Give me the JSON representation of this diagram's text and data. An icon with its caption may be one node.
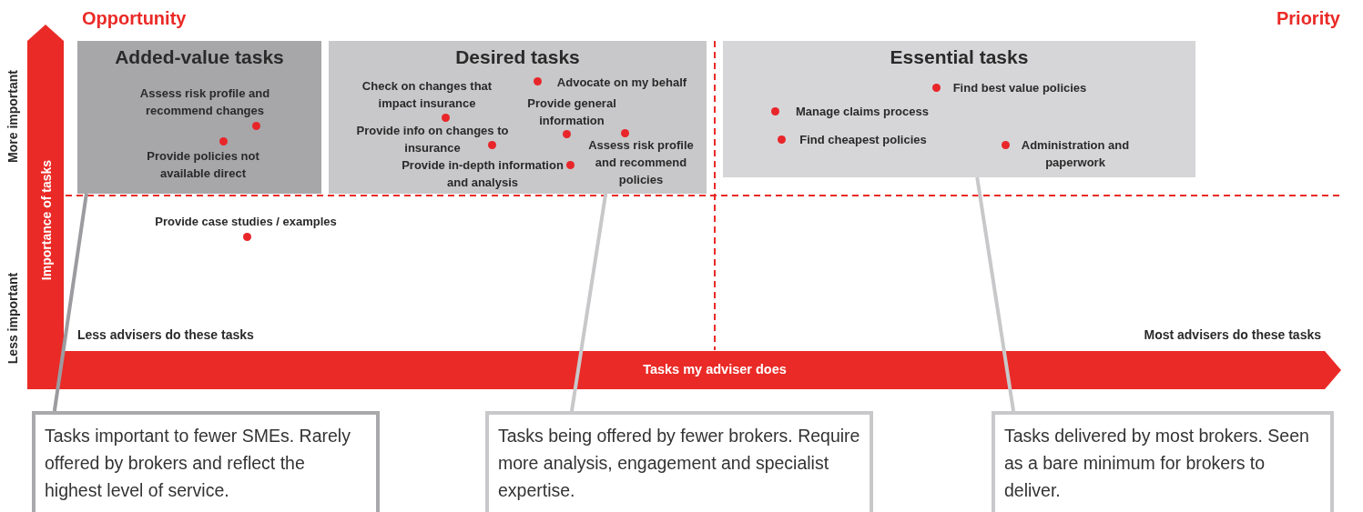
{
  "diagram": {
    "nodes": [
      {
        "text": [
          "Added-value tasks"
        ]
      },
      {
        "text": [
          "Assess risk profile and recommend changes"
        ],
        "in": 0
      },
      {
        "text": [
          "Provide policies not available direct"
        ],
        "in": 0
      },
      {
        "text": [
          "Desired tasks"
        ]
      },
      {
        "text": [
          "Check on changes that impact insurance"
        ],
        "in": 3
      },
      {
        "text": [
          "Advocate on my behalf"
        ],
        "in": 3
      },
      {
        "text": [
          "Provide general information"
        ],
        "in": 3
      },
      {
        "text": [
          "Provide info on changes to insurance"
        ],
        "in": 3
      },
      {
        "text": [
          "Provide in-depth information and analysis"
        ],
        "in": 3
      },
      {
        "text": [
          "Assess risk profile and recommend policies"
        ],
        "in": 3
      },
      {
        "text": [
          "Essential tasks"
        ]
      },
      {
        "text": [
          "Find best value policies"
        ],
        "in": 10
      },
      {
        "text": [
          "Manage claims process"
        ],
        "in": 10
      },
      {
        "text": [
          "Find cheapest policies"
        ],
        "in": 10
      },
      {
        "text": [
          "Administration and paperwork"
        ],
        "in": 10
      },
      {
        "text": [
          "Provide case studies / examples"
        ]
      },
      {
        "text": [
          "Tasks important to fewer SMEs. Rarely offered by brokers and reflect the highest level of service."
        ]
      },
      {
        "text": [
          "Tasks being offered by fewer brokers. Require more analysis, engagement and specialist expertise."
        ]
      },
      {
        "text": [
          "Tasks delivered by most brokers. Seen as a bare minimum for brokers to deliver."
        ]
      }
    ],
    "edges": [
      {
        "from": 16,
        "to": 0,
        "arrow": "none",
        "color": "#9c9ca0"
      },
      {
        "from": 17,
        "to": 3,
        "arrow": "none"
      },
      {
        "from": 18,
        "to": 10,
        "arrow": "none"
      }
    ],
    "labels": [
      "Opportunity",
      "Priority",
      "More important",
      "Importance of tasks",
      "Less important",
      "Less advisers do these tasks",
      "Most advisers do these tasks",
      "Tasks my adviser does"
    ]
  }
}
